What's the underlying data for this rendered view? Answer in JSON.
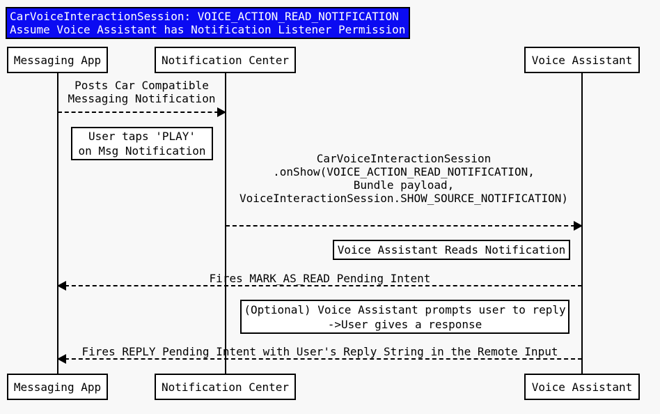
{
  "title": {
    "line1": "CarVoiceInteractionSession: VOICE_ACTION_READ_NOTIFICATION",
    "line2": "Assume Voice Assistant has Notification Listener Permission"
  },
  "participants": [
    {
      "name": "Messaging App"
    },
    {
      "name": "Notification Center"
    },
    {
      "name": "Voice Assistant"
    }
  ],
  "messages": [
    {
      "from": "Messaging App",
      "to": "Notification Center",
      "label": "Posts Car Compatible\nMessaging Notification",
      "line_style": "dashed",
      "direction": "right"
    },
    {
      "from": "Notification Center",
      "to": "Voice Assistant",
      "label": "CarVoiceInteractionSession\n.onShow(VOICE_ACTION_READ_NOTIFICATION,\nBundle payload,\nVoiceInteractionSession.SHOW_SOURCE_NOTIFICATION)",
      "line_style": "dashed",
      "direction": "right"
    },
    {
      "from": "Voice Assistant",
      "to": "Messaging App",
      "label": "Fires MARK_AS_READ Pending Intent",
      "line_style": "dashed",
      "direction": "left"
    },
    {
      "from": "Voice Assistant",
      "to": "Messaging App",
      "label": "Fires REPLY Pending Intent with User's Reply String in the Remote Input",
      "line_style": "dashed",
      "direction": "left"
    }
  ],
  "notes": [
    {
      "text": "User taps 'PLAY'\non Msg Notification"
    },
    {
      "text": "Voice Assistant Reads Notification"
    },
    {
      "text": "(Optional) Voice Assistant prompts user to reply\n->User gives a response"
    }
  ],
  "colors": {
    "title_background": "#0b0bf2",
    "title_text": "#ffffff",
    "diagram_background": "#f8f8f8",
    "box_background": "#ffffff",
    "line": "#000000"
  }
}
